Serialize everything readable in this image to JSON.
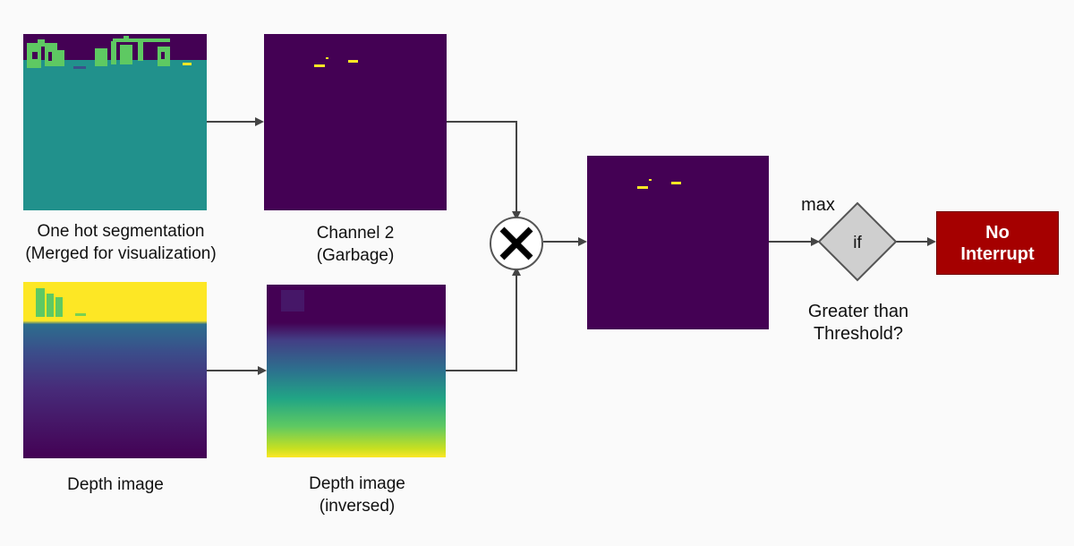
{
  "labels": {
    "segmentation": [
      "One hot segmentation",
      "(Merged for visualization)"
    ],
    "channel2": [
      "Channel 2",
      "(Garbage)"
    ],
    "depth": [
      "Depth image"
    ],
    "depth_inversed": [
      "Depth image",
      "(inversed)"
    ],
    "max": "max",
    "if": "if",
    "threshold": [
      "Greater than",
      "Threshold?"
    ]
  },
  "result_box": {
    "line1": "No",
    "line2": "Interrupt",
    "color": "#a50000"
  },
  "colors": {
    "viridis_purple": "#440154",
    "viridis_teal": "#21918c",
    "viridis_green": "#5ec962",
    "viridis_yellow": "#fde725",
    "diamond_fill": "#cfcfcf",
    "arrow": "#444444"
  },
  "icons": {
    "multiply": "multiply-icon"
  }
}
